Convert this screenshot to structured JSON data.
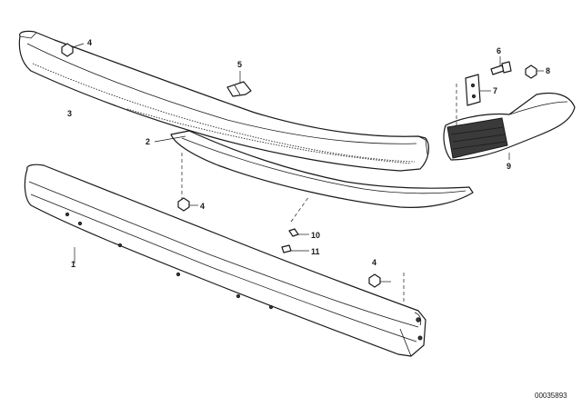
{
  "callouts": {
    "c1": "1",
    "c2": "2",
    "c3": "3",
    "c4a": "4",
    "c4b": "4",
    "c4c": "4",
    "c5": "5",
    "c6": "6",
    "c7": "7",
    "c8": "8",
    "c9": "9",
    "c10": "10",
    "c11": "11"
  },
  "diagram_code": "00035893"
}
